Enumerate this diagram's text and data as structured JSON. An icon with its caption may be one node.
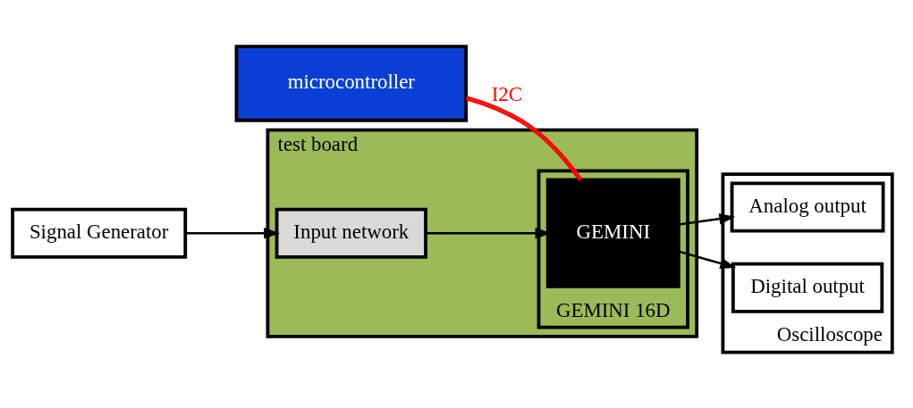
{
  "diagram": {
    "nodes": [
      {
        "text": [
          "microcontroller"
        ]
      },
      {
        "text": [
          "test board"
        ]
      },
      {
        "text": [
          "Signal Generator"
        ]
      },
      {
        "text": [
          "Input network"
        ],
        "in": 1
      },
      {
        "text": [
          "GEMINI 16D"
        ],
        "in": 1
      },
      {
        "text": [
          "GEMINI"
        ],
        "in": 4
      },
      {
        "text": [
          "Oscilloscope"
        ]
      },
      {
        "text": [
          "Analog output"
        ],
        "in": 6
      },
      {
        "text": [
          "Digital output"
        ],
        "in": 6
      }
    ],
    "edges": [
      {
        "from": 0,
        "to": 5,
        "arrow": "none",
        "label": "I2C",
        "color": "#ff0000"
      },
      {
        "from": 2,
        "to": 3,
        "arrow": "to"
      },
      {
        "from": 3,
        "to": 5,
        "arrow": "to"
      },
      {
        "from": 5,
        "to": 7,
        "arrow": "to"
      },
      {
        "from": 5,
        "to": 8,
        "arrow": "to"
      }
    ]
  }
}
